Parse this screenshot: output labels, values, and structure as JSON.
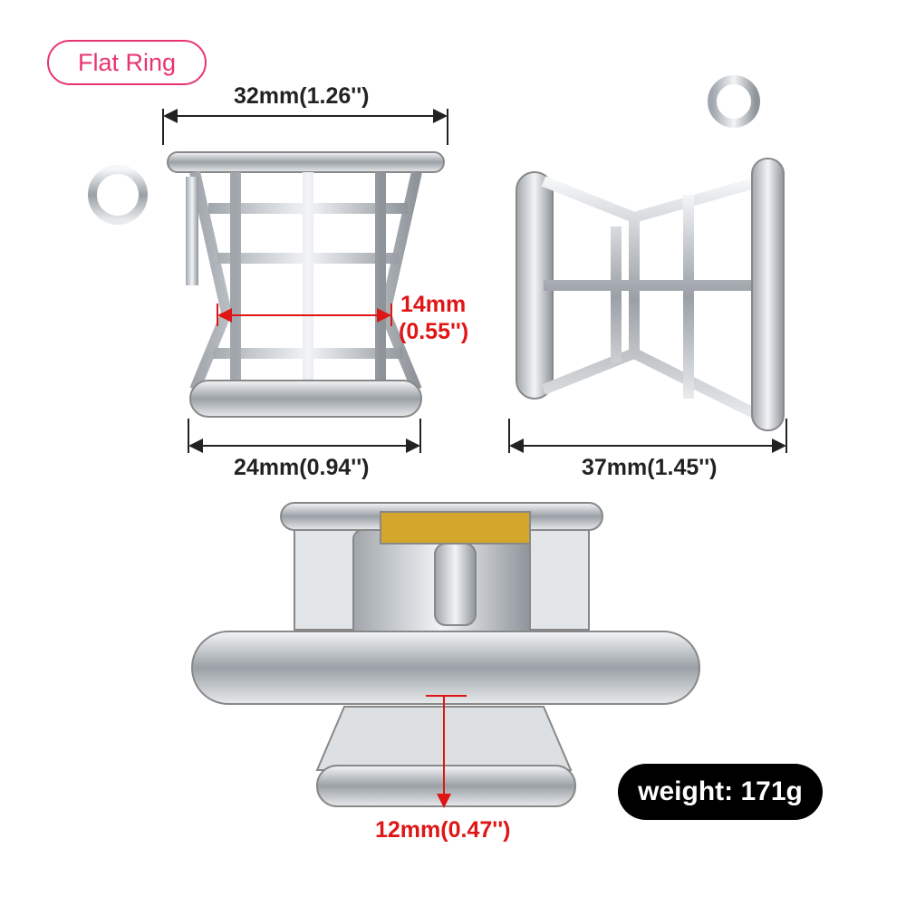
{
  "badge": {
    "label": "Flat Ring",
    "color": "#e8356d"
  },
  "dimensions": {
    "top_width": "32mm(1.26'')",
    "middle_width_line1": "14mm",
    "middle_width_line2": "(0.55'')",
    "bottom_width": "24mm(0.94'')",
    "side_length": "37mm(1.45'')",
    "gap": "12mm(0.47'')"
  },
  "weight": {
    "label": "weight: 171g"
  },
  "colors": {
    "accent_red": "#e01515",
    "metal": "#c8ccd0",
    "brass": "#d4a72c"
  }
}
